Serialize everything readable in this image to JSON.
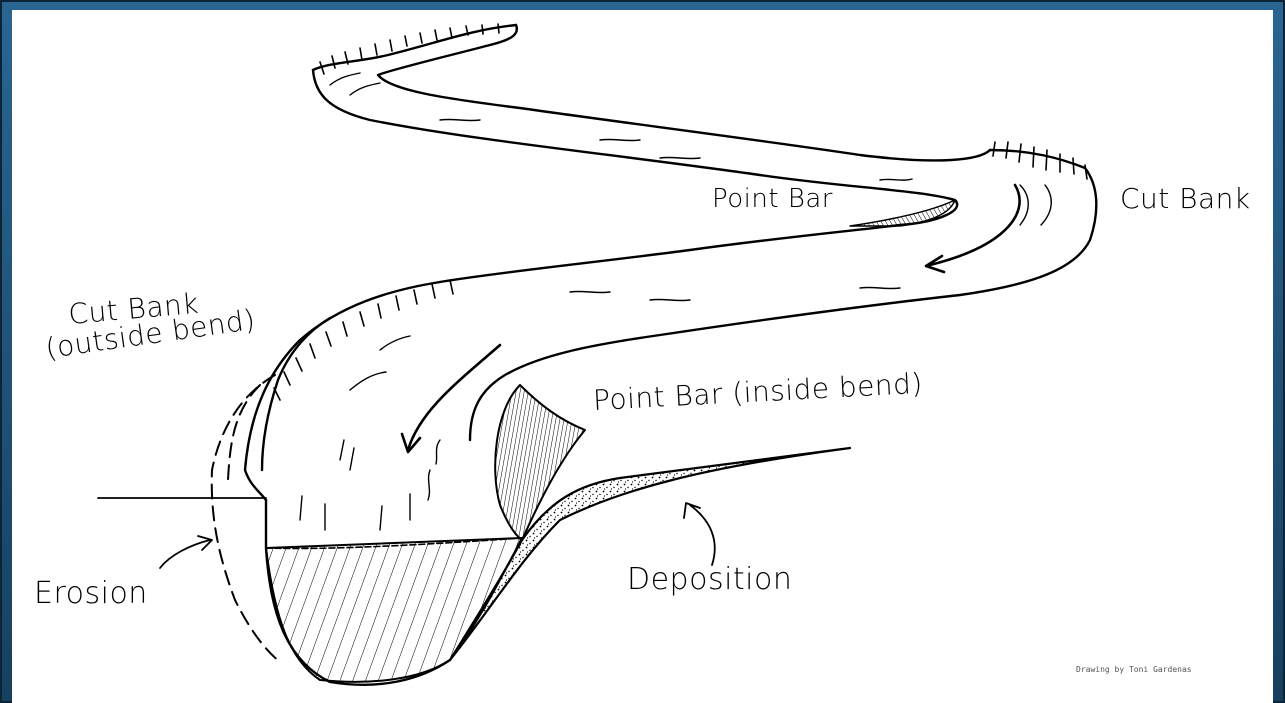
{
  "labels": {
    "point_bar_upper": "Point Bar",
    "cut_bank_upper": "Cut Bank",
    "cut_bank_lower_line1": "Cut Bank",
    "cut_bank_lower_line2": "(outside bend)",
    "point_bar_lower": "Point Bar (inside bend)",
    "erosion": "Erosion",
    "deposition": "Deposition"
  },
  "credit": "Drawing by Toni Gardenas"
}
